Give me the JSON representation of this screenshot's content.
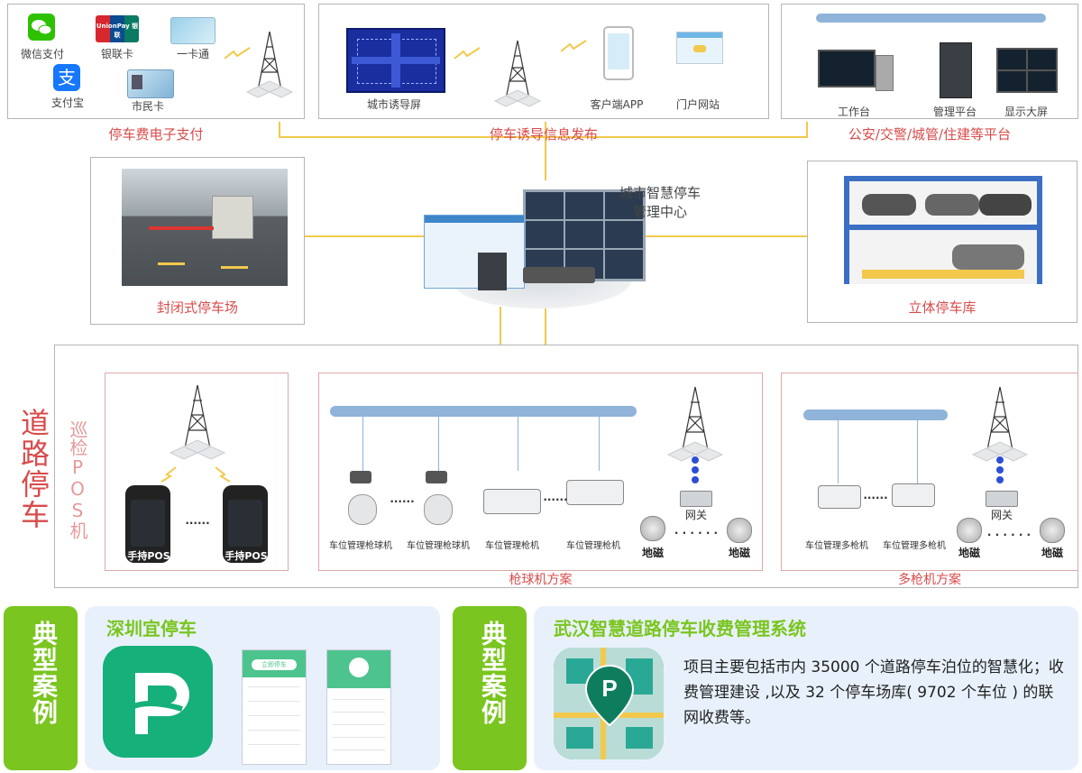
{
  "top_left": {
    "items": [
      "微信支付",
      "银联卡",
      "一卡通",
      "支付宝",
      "市民卡"
    ],
    "caption": "停车费电子支付",
    "unionpay_logo": "UnionPay 银联"
  },
  "top_mid": {
    "items": [
      "城市诱导屏",
      "客户端APP",
      "门户网站"
    ],
    "caption": "停车诱导信息发布"
  },
  "top_right": {
    "items": [
      "工作台",
      "管理平台",
      "显示大屏"
    ],
    "caption": "公安/交警/城管/住建等平台"
  },
  "center": {
    "title_line1": "城市智慧停车",
    "title_line2": "管理中心"
  },
  "left_mid": {
    "caption": "封闭式停车场"
  },
  "right_mid": {
    "caption": "立体停车库"
  },
  "road": {
    "label": "道路停车",
    "sub_label": "巡检POS机",
    "pos_label": "手持POS",
    "dots": "......",
    "dome_label": "车位管理枪球机",
    "bullet_label": "车位管理枪机",
    "gateway_label": "网关",
    "magnet_label": "地磁",
    "magnet_dots": "· · · · · ·",
    "ball_scheme": "枪球机方案",
    "multi_label": "车位管理多枪机",
    "multi_scheme": "多枪机方案"
  },
  "case1": {
    "tab": "典型案例",
    "title": "深圳宜停车",
    "app_btn": "立即停车"
  },
  "case2": {
    "tab": "典型案例",
    "title": "武汉智慧道路停车收费管理系统",
    "desc": "项目主要包括市内 35000 个道路停车泊位的智慧化；收费管理建设 ,以及 32 个停车场库( 9702 个车位 ) 的联网收费等。"
  },
  "colors": {
    "accent_red": "#d84b4b",
    "connector_yellow": "#f2c94c",
    "green": "#7ac51f",
    "panel_blue": "#e8f1fb",
    "pipe_blue": "#8fb3d9"
  }
}
